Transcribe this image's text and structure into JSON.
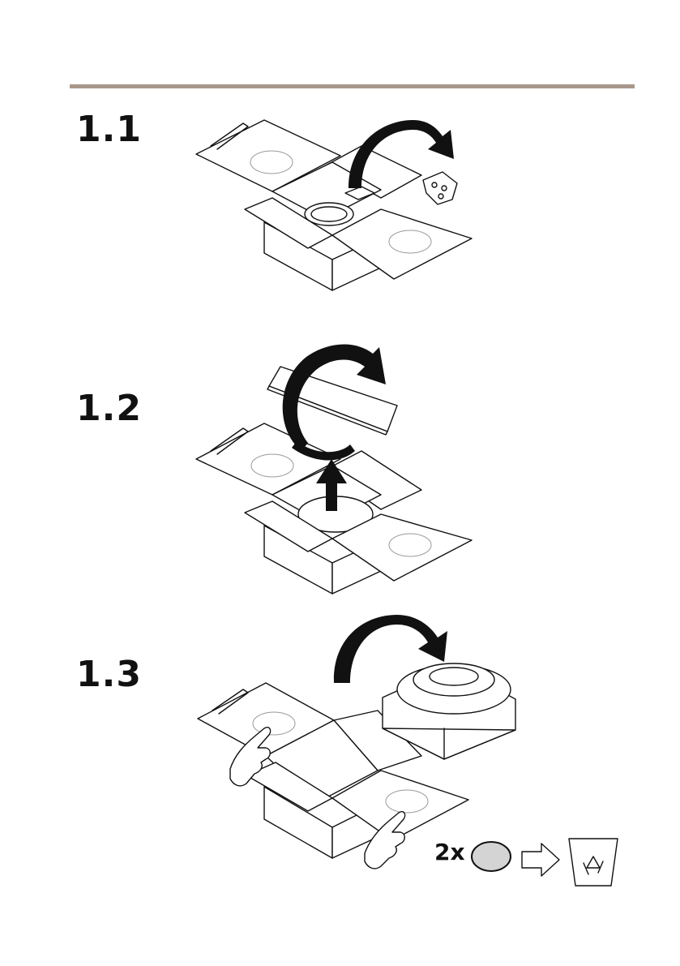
{
  "steps": [
    {
      "label": "1.1"
    },
    {
      "label": "1.2"
    },
    {
      "label": "1.3"
    }
  ],
  "recycle_note": {
    "quantity": "2x"
  },
  "colors": {
    "rule": "#a8978a",
    "ink": "#111111",
    "pad_fill": "#d4d4d4"
  },
  "icons": [
    "rotate-arrow-icon",
    "lift-arrow-icon",
    "pointing-hand-icon",
    "right-arrow-icon",
    "recycle-bin-icon"
  ]
}
